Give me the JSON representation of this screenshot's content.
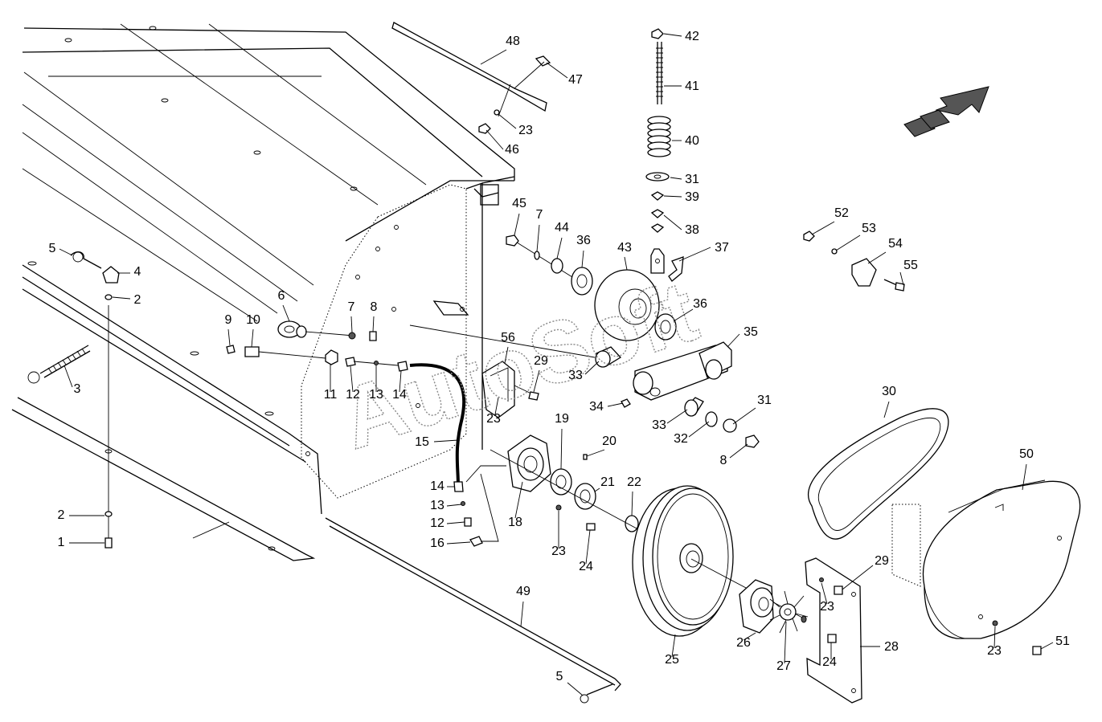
{
  "watermark": "AutoSoft",
  "callouts": [
    {
      "id": "c48",
      "label": "48"
    },
    {
      "id": "c47",
      "label": "47"
    },
    {
      "id": "c23a",
      "label": "23"
    },
    {
      "id": "c46",
      "label": "46"
    },
    {
      "id": "c42",
      "label": "42"
    },
    {
      "id": "c41",
      "label": "41"
    },
    {
      "id": "c40",
      "label": "40"
    },
    {
      "id": "c31a",
      "label": "31"
    },
    {
      "id": "c39",
      "label": "39"
    },
    {
      "id": "c38",
      "label": "38"
    },
    {
      "id": "c37",
      "label": "37"
    },
    {
      "id": "c45",
      "label": "45"
    },
    {
      "id": "c7a",
      "label": "7"
    },
    {
      "id": "c44",
      "label": "44"
    },
    {
      "id": "c36a",
      "label": "36"
    },
    {
      "id": "c43",
      "label": "43"
    },
    {
      "id": "c36b",
      "label": "36"
    },
    {
      "id": "c35",
      "label": "35"
    },
    {
      "id": "c52",
      "label": "52"
    },
    {
      "id": "c53",
      "label": "53"
    },
    {
      "id": "c54",
      "label": "54"
    },
    {
      "id": "c55",
      "label": "55"
    },
    {
      "id": "c5a",
      "label": "5"
    },
    {
      "id": "c4",
      "label": "4"
    },
    {
      "id": "c2a",
      "label": "2"
    },
    {
      "id": "c6",
      "label": "6"
    },
    {
      "id": "c7b",
      "label": "7"
    },
    {
      "id": "c8a",
      "label": "8"
    },
    {
      "id": "c9",
      "label": "9"
    },
    {
      "id": "c10",
      "label": "10"
    },
    {
      "id": "c56",
      "label": "56"
    },
    {
      "id": "c29a",
      "label": "29"
    },
    {
      "id": "c33a",
      "label": "33"
    },
    {
      "id": "c11",
      "label": "11"
    },
    {
      "id": "c12a",
      "label": "12"
    },
    {
      "id": "c13a",
      "label": "13"
    },
    {
      "id": "c14a",
      "label": "14"
    },
    {
      "id": "c3",
      "label": "3"
    },
    {
      "id": "c23b",
      "label": "23"
    },
    {
      "id": "c34",
      "label": "34"
    },
    {
      "id": "c31b",
      "label": "31"
    },
    {
      "id": "c33b",
      "label": "33"
    },
    {
      "id": "c32",
      "label": "32"
    },
    {
      "id": "c8b",
      "label": "8"
    },
    {
      "id": "c30",
      "label": "30"
    },
    {
      "id": "c15",
      "label": "15"
    },
    {
      "id": "c19",
      "label": "19"
    },
    {
      "id": "c20",
      "label": "20"
    },
    {
      "id": "c50",
      "label": "50"
    },
    {
      "id": "c14b",
      "label": "14"
    },
    {
      "id": "c21",
      "label": "21"
    },
    {
      "id": "c22",
      "label": "22"
    },
    {
      "id": "c13b",
      "label": "13"
    },
    {
      "id": "c2b",
      "label": "2"
    },
    {
      "id": "c18",
      "label": "18"
    },
    {
      "id": "c12b",
      "label": "12"
    },
    {
      "id": "c16",
      "label": "16"
    },
    {
      "id": "c1",
      "label": "1"
    },
    {
      "id": "c23c",
      "label": "23"
    },
    {
      "id": "c24a",
      "label": "24"
    },
    {
      "id": "c29b",
      "label": "29"
    },
    {
      "id": "c49",
      "label": "49"
    },
    {
      "id": "c23d",
      "label": "23"
    },
    {
      "id": "c28",
      "label": "28"
    },
    {
      "id": "c26",
      "label": "26"
    },
    {
      "id": "c51",
      "label": "51"
    },
    {
      "id": "c25",
      "label": "25"
    },
    {
      "id": "c24b",
      "label": "24"
    },
    {
      "id": "c27",
      "label": "27"
    },
    {
      "id": "c23e",
      "label": "23"
    },
    {
      "id": "c5b",
      "label": "5"
    }
  ]
}
